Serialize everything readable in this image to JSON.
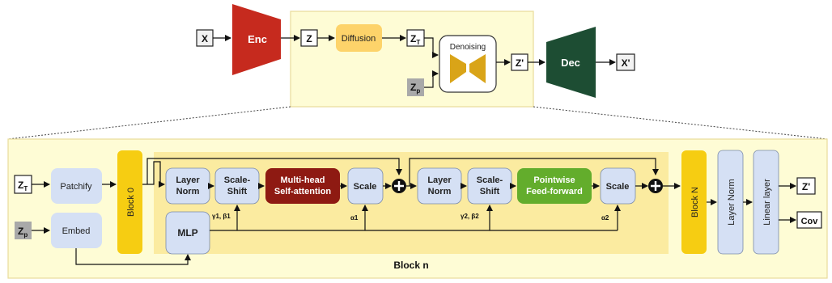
{
  "top": {
    "x_in": "X",
    "enc": "Enc",
    "z": "Z",
    "diffusion": "Diffusion",
    "zt": {
      "base": "Z",
      "sub": "T"
    },
    "zp": {
      "base": "Z",
      "sub": "p"
    },
    "denoising": "Denoising",
    "z_prime": "Z'",
    "dec": "Dec",
    "x_out": "X'"
  },
  "bottom": {
    "zt": {
      "base": "Z",
      "sub": "T"
    },
    "zp": {
      "base": "Z",
      "sub": "p"
    },
    "patchify": "Patchify",
    "embed": "Embed",
    "block0": "Block 0",
    "mlp": "MLP",
    "ln1": [
      "Layer",
      "Norm"
    ],
    "ss1": [
      "Scale-",
      "Shift"
    ],
    "mhsa": [
      "Multi-head",
      "Self-attention"
    ],
    "scale1": "Scale",
    "ln2": [
      "Layer",
      "Norm"
    ],
    "ss2": [
      "Scale-",
      "Shift"
    ],
    "ff": [
      "Pointwise",
      "Feed-forward"
    ],
    "scale2": "Scale",
    "gb1": "γ1, β1",
    "a1": "α1",
    "gb2": "γ2, β2",
    "a2": "α2",
    "blockn_label": "Block n",
    "blockN": "Block N",
    "layernorm": "Layer Norm",
    "linear": "Linear layer",
    "z_prime": "Z'",
    "cov": "Cov"
  },
  "colors": {
    "enc": "#c62a1e",
    "dec": "#1d4d33",
    "diffusion": "#fdd36a",
    "denoise_shape": "#d9a418",
    "panel": "#fefcd5",
    "panel_border": "#e8dc9a",
    "inner": "#fbeba0",
    "block_yellow": "#f6cd12",
    "light_blue": "#d5e0f4",
    "mhsa": "#8e1a12",
    "ff": "#63ad2c",
    "zp_box": "#a9a9a9"
  }
}
